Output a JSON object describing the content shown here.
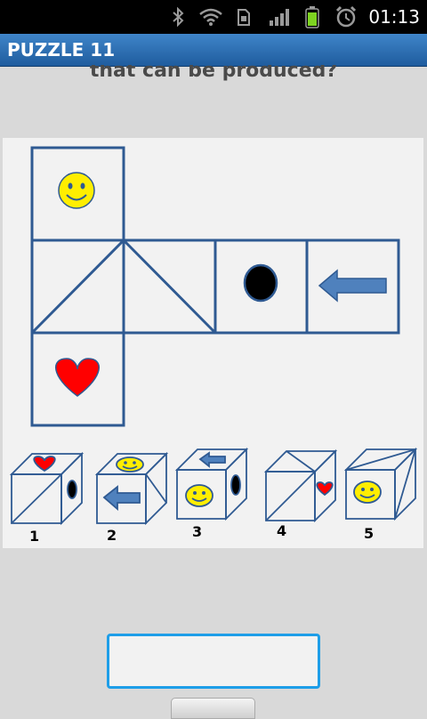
{
  "status_bar": {
    "time": "01:13",
    "icons": [
      "bluetooth-icon",
      "wifi-icon",
      "sim-icon",
      "signal-icon",
      "battery-icon",
      "alarm-icon"
    ],
    "battery_color": "#7ed321"
  },
  "app": {
    "title": "PUZZLE 11",
    "title_bar_color": "#2d6fb4"
  },
  "question": {
    "text": "that can be produced?"
  },
  "puzzle": {
    "net_faces": [
      "smiley",
      "diagonal-lines",
      "diagonal-lines",
      "black-oval",
      "left-arrow",
      "heart"
    ],
    "options": [
      {
        "label": "1",
        "faces": [
          "heart",
          "black-oval",
          "diagonal-line"
        ]
      },
      {
        "label": "2",
        "faces": [
          "smiley",
          "left-arrow",
          "diagonal-lines"
        ]
      },
      {
        "label": "3",
        "faces": [
          "left-arrow",
          "smiley",
          "black-oval"
        ]
      },
      {
        "label": "4",
        "faces": [
          "diagonal-lines",
          "heart",
          "diagonal-line"
        ]
      },
      {
        "label": "5",
        "faces": [
          "diagonal-lines",
          "smiley",
          "diagonal-line"
        ]
      }
    ],
    "colors": {
      "line": "#2f5a92",
      "smiley": "#ffee00",
      "heart": "#ff0000",
      "arrow": "#4f81bd",
      "oval": "#000000"
    }
  },
  "answer": {
    "value": "",
    "placeholder": ""
  }
}
